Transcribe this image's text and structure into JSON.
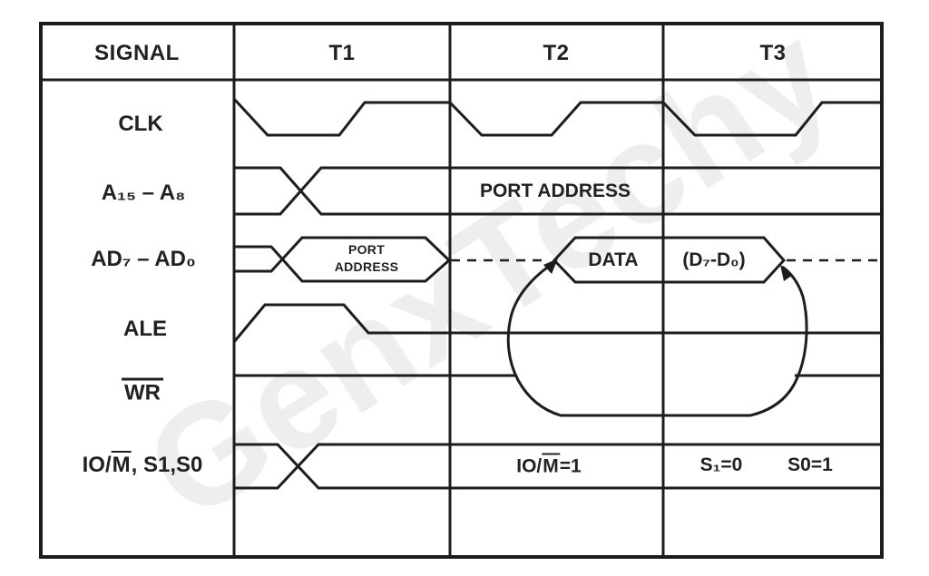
{
  "watermark": "GenxTechy",
  "header": {
    "signal_col": "SIGNAL",
    "t1": "T1",
    "t2": "T2",
    "t3": "T3"
  },
  "signals": {
    "clk": "CLK",
    "a_high": "A₁₅ – A₈",
    "ad_low": "AD₇ – AD₀",
    "ale": "ALE",
    "wr": {
      "over": "WR"
    },
    "iom": {
      "pre": "IO/",
      "over": "M",
      "post": ", S1,S0"
    }
  },
  "annotations": {
    "a_bus_t2": "PORT ADDRESS",
    "ad_bus_t1_line1": "PORT",
    "ad_bus_t1_line2": "ADDRESS",
    "data_bus": "DATA",
    "data_bits": "(D₇-D₀)",
    "iom_t2": {
      "pre": "IO/",
      "over": "M",
      "post": "=1"
    },
    "s1_t3": "S₁=0",
    "s0_t3": "S0=1"
  },
  "colors": {
    "line": "#1d1d1f",
    "text": "#212121",
    "background": "#ffffff",
    "watermark": "#eeeeee"
  }
}
